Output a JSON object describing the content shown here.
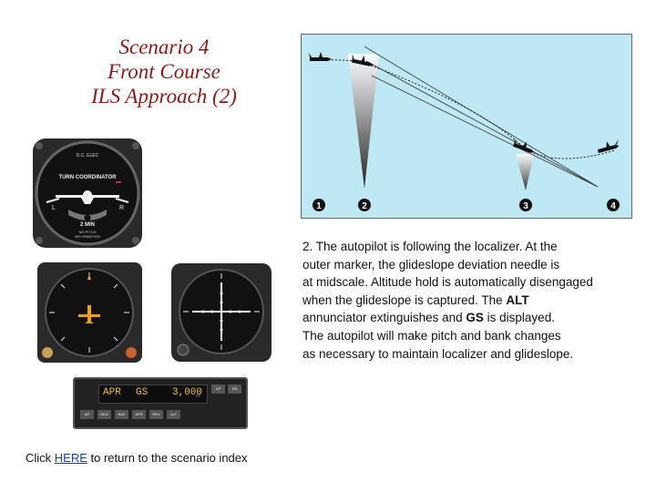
{
  "title": {
    "line1": "Scenario 4",
    "line2": "Front Course",
    "line3": "ILS Approach (2)"
  },
  "diagram": {
    "markers": [
      "1",
      "2",
      "3",
      "4"
    ],
    "colors": {
      "sky": "#bfe8f5",
      "marker_numbers": "#111111"
    }
  },
  "description": {
    "line1": "2. The autopilot is following the localizer. At the",
    "line2": "outer marker, the glideslope deviation needle is",
    "line3": "at midscale. Altitude hold is automatically disengaged",
    "line4_before": "when the glideslope is captured. The ",
    "line4_bold": "ALT",
    "line5_before": "annunciator extinguishes and ",
    "line5_bold": "GS",
    "line5_after": " is displayed.",
    "line6": "The autopilot will make pitch and bank changes",
    "line7": "as necessary to maintain localizer and glideslope."
  },
  "turn_coordinator": {
    "top_label": "D.C. ELEC",
    "title": "TURN COORDINATOR",
    "left": "L",
    "right": "R",
    "min_label": "2 MIN",
    "footer1": "NO PITCH",
    "footer2": "INFORMATION"
  },
  "autopilot_panel": {
    "mode": "APR",
    "armed_mode": "GS",
    "altitude": "3,000",
    "altitude_unit": "FT",
    "buttons": [
      "AP",
      "HDG",
      "NAV",
      "APR",
      "REV",
      "ALT",
      "UP",
      "DN"
    ]
  },
  "footer": {
    "before": "Click ",
    "link": "HERE",
    "after": " to return to the scenario index"
  }
}
